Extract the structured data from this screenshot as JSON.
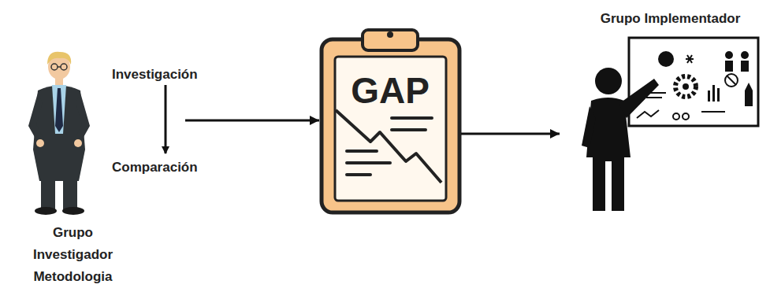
{
  "diagram": {
    "nodes": [
      {
        "text": [
          "Grupo Investigador Metodologia"
        ]
      },
      {
        "text": [
          "GAP"
        ]
      },
      {
        "text": [
          "Grupo Implementador"
        ]
      }
    ],
    "edges": [
      {
        "from": 0,
        "to": 1,
        "arrow": "to"
      },
      {
        "from": 1,
        "to": 2,
        "arrow": "to"
      }
    ],
    "labels": [
      "Investigación",
      "Comparación"
    ]
  }
}
